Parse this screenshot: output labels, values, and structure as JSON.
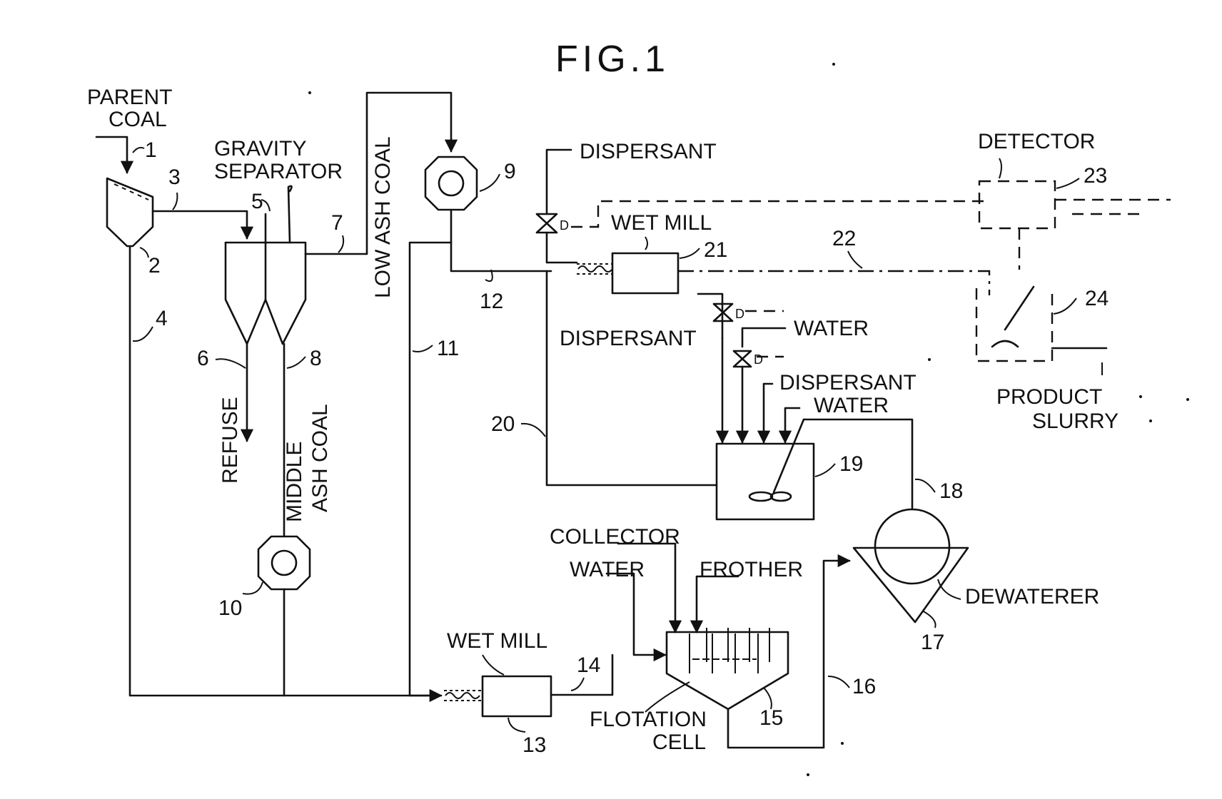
{
  "figure": {
    "title": "FIG.1"
  },
  "labels": {
    "parent_coal_1": "PARENT",
    "parent_coal_2": "COAL",
    "gravity_separator_1": "GRAVITY",
    "gravity_separator_2": "SEPARATOR",
    "low_ash_coal": "LOW ASH COAL",
    "refuse": "REFUSE",
    "middle_ash_coal_1": "MIDDLE",
    "middle_ash_coal_2": "ASH COAL",
    "dispersant_top": "DISPERSANT",
    "wet_mill_top": "WET MILL",
    "detector": "DETECTOR",
    "dispersant_mid": "DISPERSANT",
    "water_mid": "WATER",
    "dispersant_tank": "DISPERSANT",
    "water_tank": "WATER",
    "product_slurry_1": "PRODUCT",
    "product_slurry_2": "SLURRY",
    "collector": "COLLECTOR",
    "water_flot": "WATER",
    "frother": "FROTHER",
    "dewaterer": "DEWATERER",
    "wet_mill_bottom": "WET MILL",
    "flotation_cell_1": "FLOTATION",
    "flotation_cell_2": "CELL",
    "valve_d1": "D",
    "valve_d2": "D",
    "valve_d3": "D"
  },
  "refs": {
    "r1": "1",
    "r2": "2",
    "r3": "3",
    "r4": "4",
    "r5": "5",
    "r6": "6",
    "r7": "7",
    "r8": "8",
    "r9": "9",
    "r10": "10",
    "r11": "11",
    "r12": "12",
    "r13": "13",
    "r14": "14",
    "r15": "15",
    "r16": "16",
    "r17": "17",
    "r18": "18",
    "r19": "19",
    "r20": "20",
    "r21": "21",
    "r22": "22",
    "r23": "23",
    "r24": "24"
  }
}
